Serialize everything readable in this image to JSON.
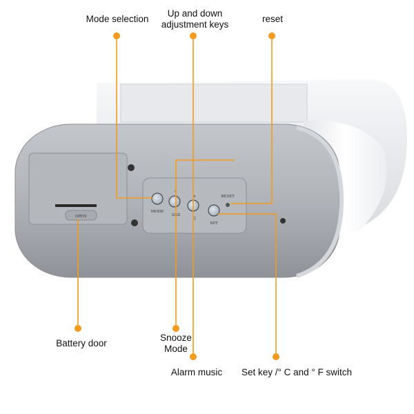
{
  "labels": {
    "mode_selection": "Mode selection",
    "up_down_line1": "Up and down",
    "up_down_line2": "adjustment keys",
    "reset": "reset",
    "battery_door": "Battery door",
    "snooze_line1": "Snooze",
    "snooze_line2": "Mode",
    "alarm_music": "Alarm music",
    "set_key": "Set key /°  C and °  F switch"
  },
  "device_markings": {
    "mode": "MODE",
    "snz": "SNZ",
    "music": "♫",
    "set": "SET",
    "reset": "RESET",
    "up": "^",
    "down": "v",
    "open": "OPEN"
  },
  "colors": {
    "leader": "#f39a1f",
    "body": "#a9adb2",
    "panel": "#b9bcc0",
    "cap": "#f2f3f5"
  }
}
